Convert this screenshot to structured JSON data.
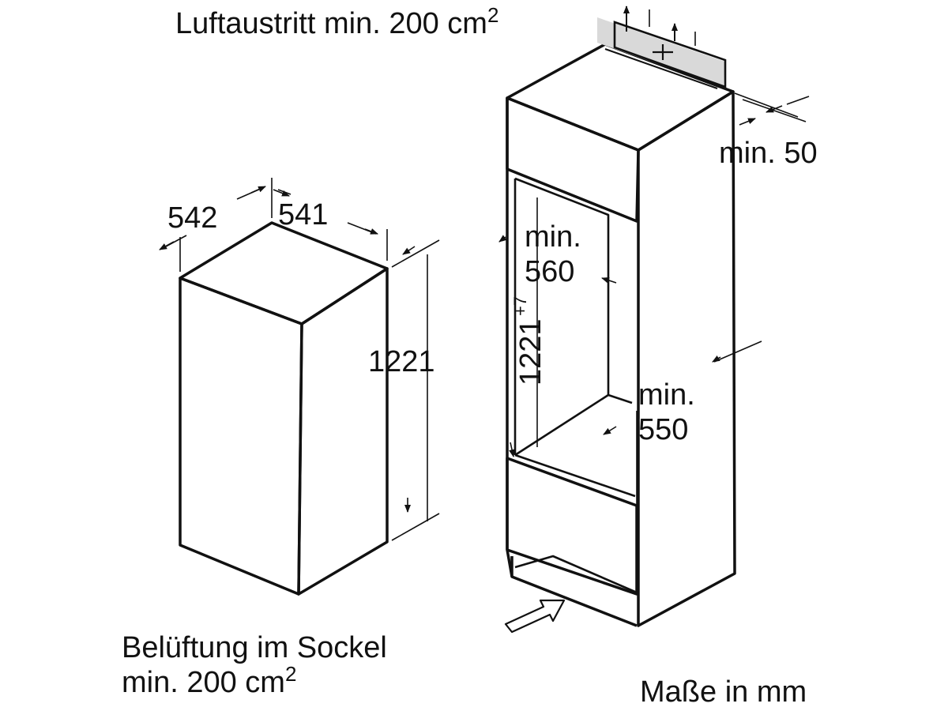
{
  "top_note": {
    "text": "Luftaustritt min. 200 cm",
    "sup": "2"
  },
  "bottom_note": {
    "line1": "Belüftung im Sockel",
    "line2": "min. 200 cm",
    "sup": "2"
  },
  "units_note": "Maße in mm",
  "appliance_dims": {
    "depth": "542",
    "width": "541",
    "height": "1221"
  },
  "niche_dims": {
    "top_gap": "min. 50",
    "width_word": "min.",
    "width_value": "560",
    "depth_word": "min.",
    "depth_value": "550",
    "height": "1221",
    "height_tol": "+7"
  },
  "colors": {
    "stroke": "#111111",
    "vent_shade": "#d9d9d9",
    "background": "#ffffff"
  }
}
